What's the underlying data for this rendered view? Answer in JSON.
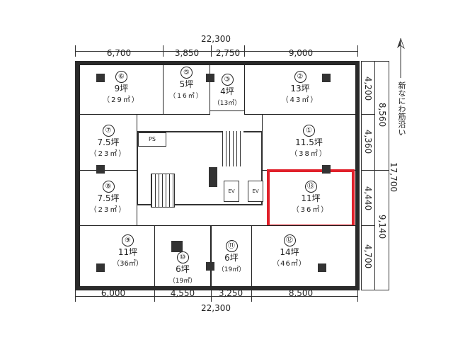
{
  "dimensions": {
    "top_total": "22,300",
    "top": [
      "6,700",
      "3,850",
      "2,750",
      "9,000"
    ],
    "bottom_total": "22,300",
    "bottom": [
      "6,000",
      "4,550",
      "3,250",
      "8,500"
    ],
    "right_inner": [
      "4,200",
      "4,360",
      "4,440",
      "4,700"
    ],
    "right_mid": [
      "8,560",
      "9,140"
    ],
    "right_total": "17,700"
  },
  "street_label": "新なにわ筋沿い",
  "core": {
    "ps": "PS",
    "ev": "EV"
  },
  "highlight_color": "#e0202a",
  "rooms": {
    "r1": {
      "num": "①",
      "tsubo": "11.5坪",
      "sqm": "（38㎡）"
    },
    "r2": {
      "num": "②",
      "tsubo": "13坪",
      "sqm": "（43㎡）"
    },
    "r3": {
      "num": "③",
      "tsubo": "4坪",
      "sqm": "（13㎡）"
    },
    "r5": {
      "num": "⑤",
      "tsubo": "5坪",
      "sqm": "（16㎡）"
    },
    "r6": {
      "num": "⑥",
      "tsubo": "9坪",
      "sqm": "（29㎡）"
    },
    "r7": {
      "num": "⑦",
      "tsubo": "7.5坪",
      "sqm": "（23㎡）"
    },
    "r8": {
      "num": "⑧",
      "tsubo": "7.5坪",
      "sqm": "（23㎡）"
    },
    "r9": {
      "num": "⑨",
      "tsubo": "11坪",
      "sqm": "（36㎡）"
    },
    "r10": {
      "num": "⑩",
      "tsubo": "6坪",
      "sqm": "（19㎡）"
    },
    "r11": {
      "num": "⑪",
      "tsubo": "6坪",
      "sqm": "（19㎡）"
    },
    "r12": {
      "num": "⑫",
      "tsubo": "14坪",
      "sqm": "（46㎡）"
    },
    "r13": {
      "num": "⑬",
      "tsubo": "11坪",
      "sqm": "（36㎡）"
    }
  }
}
